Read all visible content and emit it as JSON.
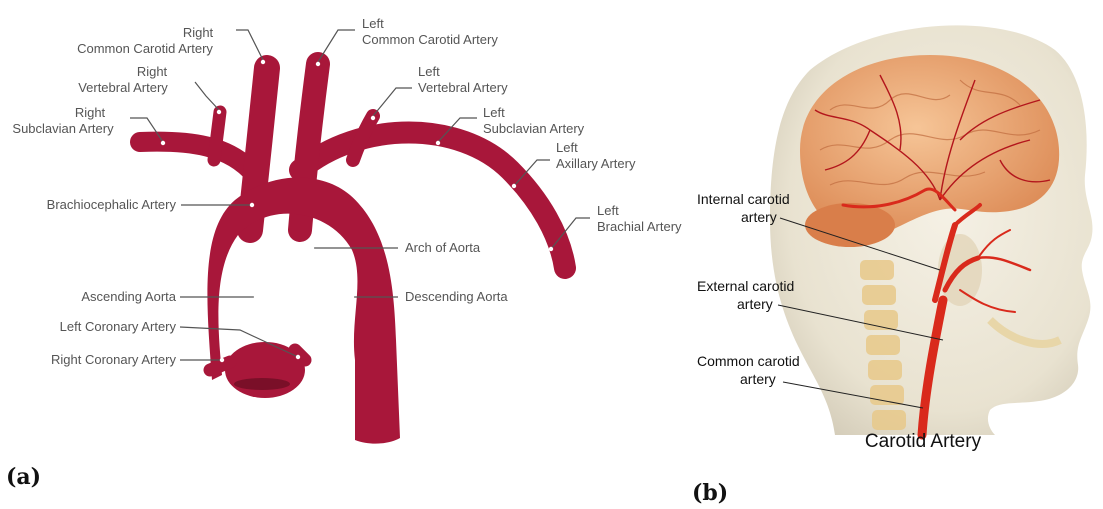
{
  "colors": {
    "aorta": "#a8173a",
    "artery_red": "#d92a1c",
    "brain": "#f0b07a",
    "skin": "#e9e3d2"
  },
  "panel_a": {
    "panel_label": "(a)",
    "labels": {
      "right_common_carotid": [
        "Right",
        "Common Carotid Artery"
      ],
      "left_common_carotid": [
        "Left",
        "Common Carotid Artery"
      ],
      "right_vertebral": [
        "Right",
        "Vertebral Artery"
      ],
      "left_vertebral": [
        "Left",
        "Vertebral Artery"
      ],
      "right_subclavian": [
        "Right",
        "Subclavian Artery"
      ],
      "left_subclavian": [
        "Left",
        "Subclavian Artery"
      ],
      "left_axillary": [
        "Left",
        "Axillary Artery"
      ],
      "left_brachial": [
        "Left",
        "Brachial Artery"
      ],
      "brachiocephalic": "Brachiocephalic Artery",
      "arch_of_aorta": "Arch of Aorta",
      "ascending_aorta": "Ascending Aorta",
      "descending_aorta": "Descending Aorta",
      "left_coronary": "Left Coronary Artery",
      "right_coronary": "Right Coronary Artery"
    }
  },
  "panel_b": {
    "panel_label": "(b)",
    "title": "Carotid Artery",
    "labels": {
      "internal_carotid": [
        "Internal carotid",
        "artery"
      ],
      "external_carotid": [
        "External carotid",
        "artery"
      ],
      "common_carotid": [
        "Common carotid",
        "artery"
      ]
    }
  }
}
